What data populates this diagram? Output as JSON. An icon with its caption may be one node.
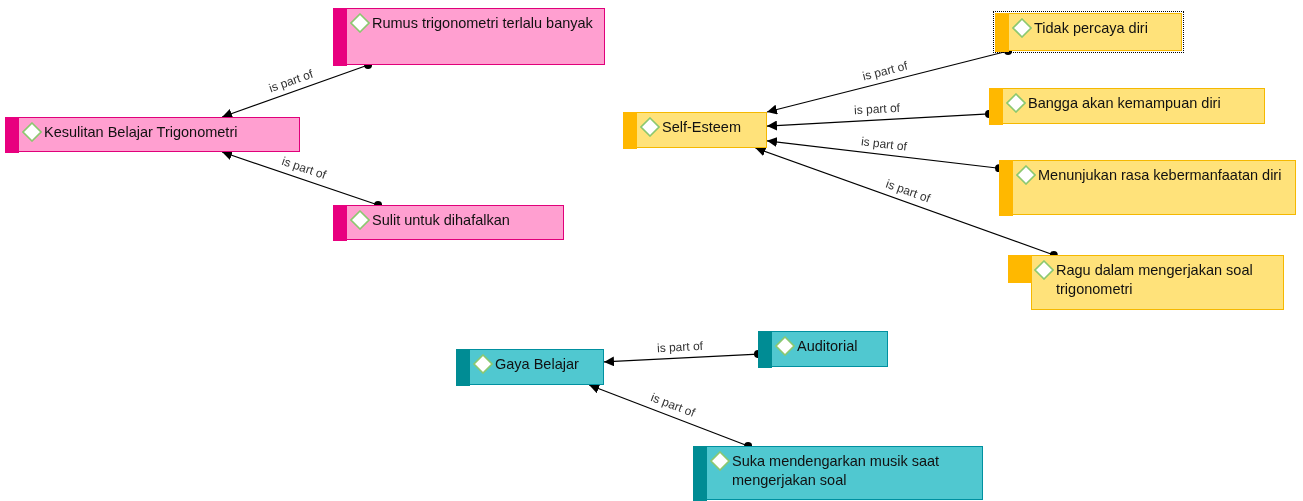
{
  "diagram": {
    "nodes": [
      {
        "text": [
          "Kesulitan Belajar Trigonometri"
        ]
      },
      {
        "text": [
          "Rumus trigonometri terlalu banyak"
        ]
      },
      {
        "text": [
          "Sulit untuk dihafalkan"
        ]
      },
      {
        "text": [
          "Self-Esteem"
        ]
      },
      {
        "text": [
          "Tidak percaya diri"
        ]
      },
      {
        "text": [
          "Bangga akan kemampuan diri"
        ]
      },
      {
        "text": [
          "Menunjukan rasa kebermanfaatan diri"
        ]
      },
      {
        "text": [
          "Ragu dalam mengerjakan soal trigonometri"
        ]
      },
      {
        "text": [
          "Gaya Belajar"
        ]
      },
      {
        "text": [
          "Auditorial"
        ]
      },
      {
        "text": [
          "Suka mendengarkan musik saat mengerjakan soal"
        ]
      }
    ],
    "edges": [
      {
        "from": 1,
        "to": 0,
        "arrow": "to",
        "label": "is part of"
      },
      {
        "from": 2,
        "to": 0,
        "arrow": "to",
        "label": "is part of"
      },
      {
        "from": 4,
        "to": 3,
        "arrow": "to",
        "label": "is part of"
      },
      {
        "from": 5,
        "to": 3,
        "arrow": "to",
        "label": "is part of"
      },
      {
        "from": 6,
        "to": 3,
        "arrow": "to",
        "label": "is part of"
      },
      {
        "from": 7,
        "to": 3,
        "arrow": "to",
        "label": "is part of"
      },
      {
        "from": 9,
        "to": 8,
        "arrow": "to",
        "label": "is part of"
      },
      {
        "from": 10,
        "to": 8,
        "arrow": "to",
        "label": "is part of"
      }
    ]
  }
}
